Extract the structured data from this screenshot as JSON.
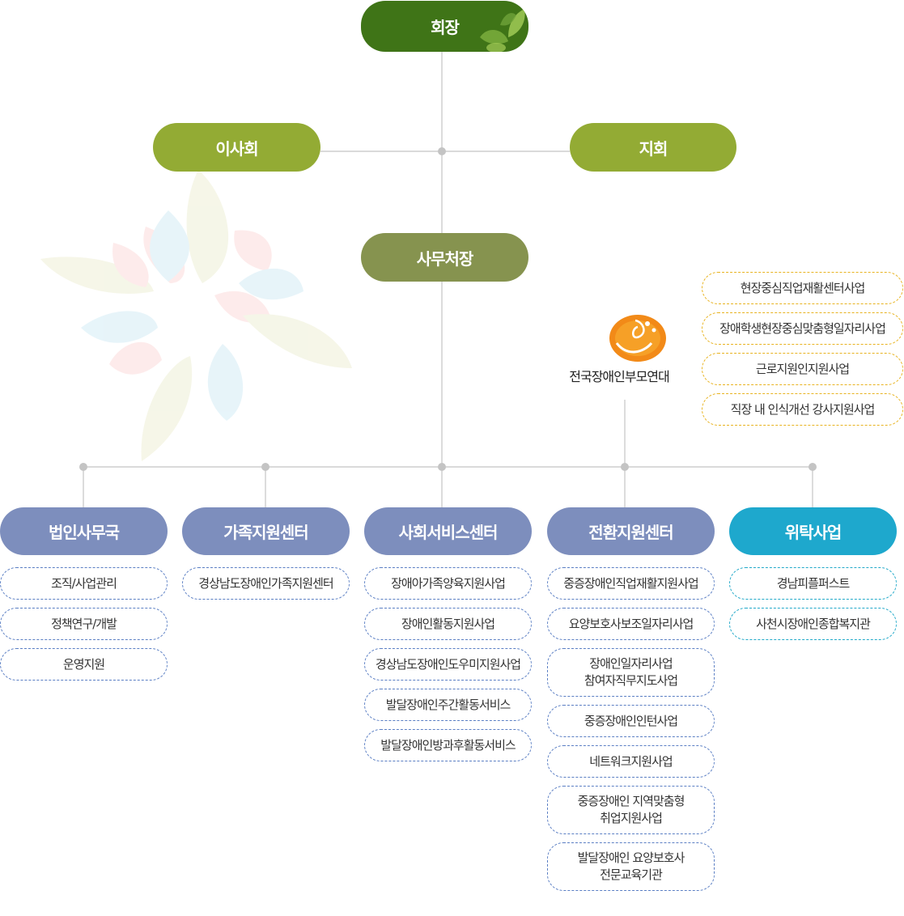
{
  "top": {
    "chairman": "회장"
  },
  "second": {
    "board": "이사회",
    "branch": "지회"
  },
  "secretariat": "사무처장",
  "logo": {
    "text": "전국장애인부모연대",
    "icon": "parents-solidarity-logo-icon"
  },
  "external_projects": [
    "현장중심직업재활센터사업",
    "장애학생현장중심맞춤형일자리사업",
    "근로지원인지원사업",
    "직장 내 인식개선 강사지원사업"
  ],
  "departments": [
    {
      "name": "법인사무국",
      "items": [
        "조직/사업관리",
        "정책연구/개발",
        "운영지원"
      ]
    },
    {
      "name": "가족지원센터",
      "items": [
        "경상남도장애인가족지원센터"
      ]
    },
    {
      "name": "사회서비스센터",
      "items": [
        "장애아가족양육지원사업",
        "장애인활동지원사업",
        "경상남도장애인도우미지원사업",
        "발달장애인주간활동서비스",
        "발달장애인방과후활동서비스"
      ]
    },
    {
      "name": "전환지원센터",
      "items": [
        "중증장애인직업재활지원사업",
        "요양보호사보조일자리사업",
        "장애인일자리사업\n참여자직무지도사업",
        "중증장애인인턴사업",
        "네트워크지원사업",
        "중증장애인 지역맞춤형\n취업지원사업",
        "발달장애인 요양보호사\n전문교육기관"
      ]
    },
    {
      "name": "위탁사업",
      "items": [
        "경남피플퍼스트",
        "사천시장애인종합복지관"
      ]
    }
  ],
  "colors": {
    "chairman": "#3f7417",
    "board": "#93ab34",
    "secretariat": "#86934f",
    "department": "#7d8ebd",
    "entrusted": "#1ea8cd",
    "line": "#c4c4c4"
  }
}
